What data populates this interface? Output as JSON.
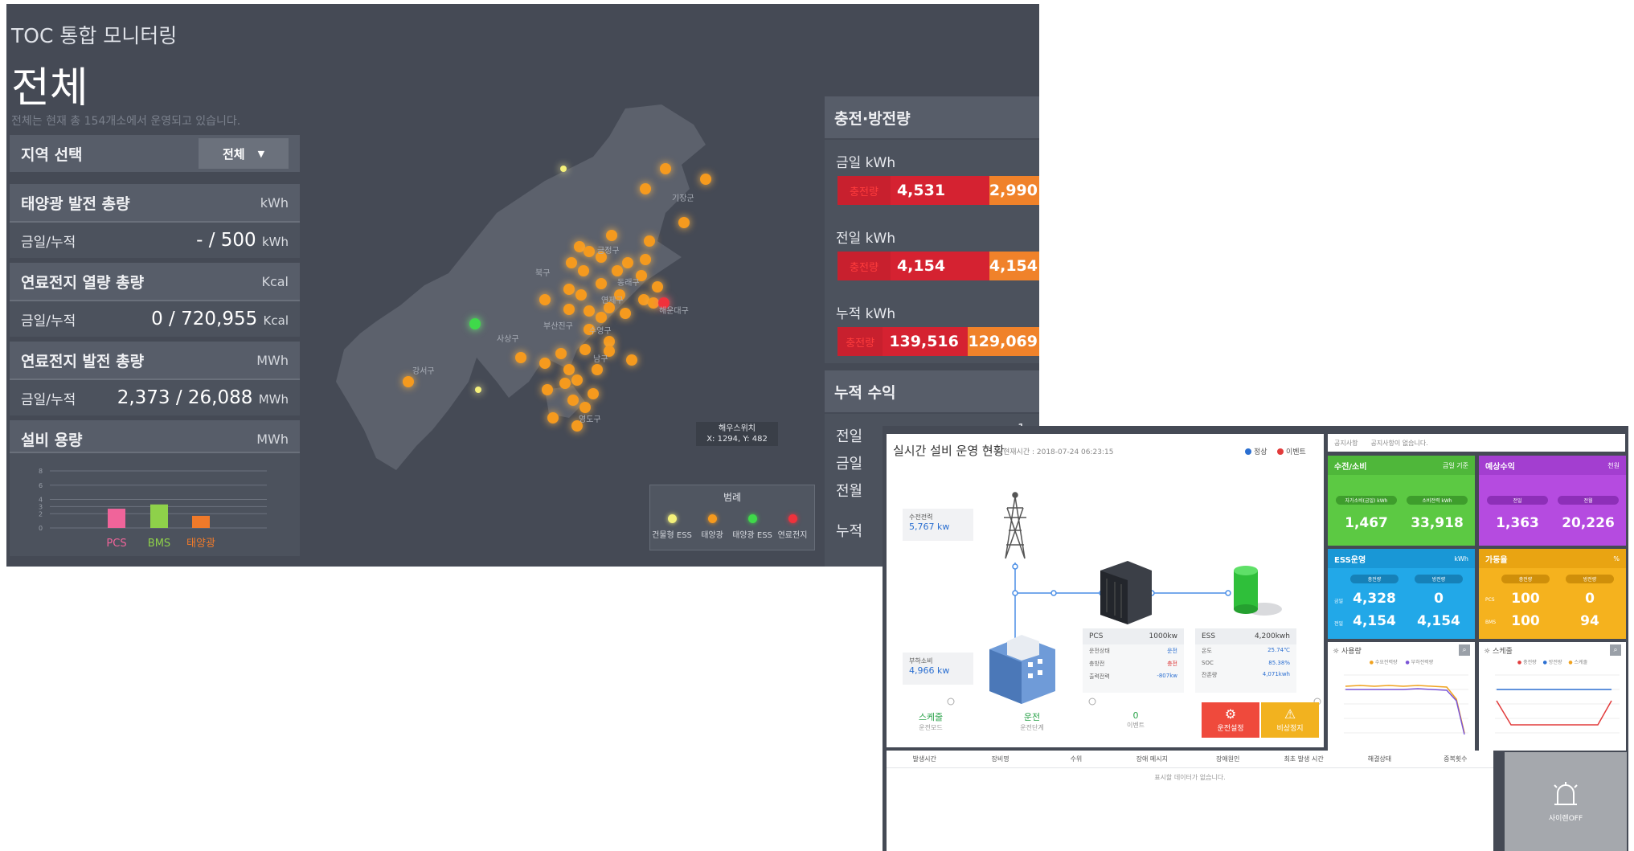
{
  "toc": {
    "app_title": "TOC 통합 모니터링",
    "page_title": "전체",
    "subtitle": "전체는 현재 총 154개소에서 운영되고 있습니다.",
    "region": {
      "label": "지역 선택",
      "value": "전체",
      "arrow": "▼"
    },
    "solar": {
      "label": "태양광 발전 총량",
      "unit": "kWh",
      "row_label": "금일/누적",
      "value": "- / 500",
      "value_unit": "kWh"
    },
    "fuel_heat": {
      "label": "연료전지 열량 총량",
      "unit": "Kcal",
      "row_label": "금일/누적",
      "value": "0 / 720,955",
      "value_unit": "Kcal"
    },
    "fuel_power": {
      "label": "연료전지 발전 총량",
      "unit": "MWh",
      "row_label": "금일/누적",
      "value": "2,373 / 26,088",
      "value_unit": "MWh"
    },
    "capacity": {
      "label": "설비 용량",
      "unit": "MWh"
    },
    "map": {
      "district_labels": [
        "기장군",
        "금정구",
        "북구",
        "동래구",
        "연제구",
        "해운대구",
        "부산진구",
        "수영구",
        "사상구",
        "강서구",
        "남구",
        "영도구"
      ],
      "tooltip_name": "해우스위치",
      "tooltip_coord": "X: 1294, Y: 482",
      "legend_title": "범례",
      "legend": [
        {
          "label": "건물형 ESS",
          "color": "#f4f07a"
        },
        {
          "label": "태양광",
          "color": "#f59a1e"
        },
        {
          "label": "태양광 ESS",
          "color": "#3fd94a"
        },
        {
          "label": "연료전지",
          "color": "#f0323c"
        }
      ]
    },
    "charge": {
      "title": "충전·방전량",
      "tag": "충전량",
      "rows": [
        {
          "label": "금일 kWh",
          "charge": "4,531",
          "discharge": "2,990"
        },
        {
          "label": "전일 kWh",
          "charge": "4,154",
          "discharge": "4,154"
        },
        {
          "label": "누적 kWh",
          "charge": "139,516",
          "discharge": "129,069"
        }
      ]
    },
    "revenue": {
      "title": "누적 수익",
      "rows": [
        "전일",
        "금일",
        "전월",
        "누적"
      ],
      "partial_value": "1"
    }
  },
  "chart_data": {
    "type": "bar",
    "categories": [
      "PCS",
      "BMS",
      "태양광"
    ],
    "values": [
      2.7,
      3.3,
      1.7
    ],
    "colors": [
      "#f0649a",
      "#8ed14a",
      "#f07a2a"
    ],
    "yticks": [
      "8",
      "6",
      "4",
      "3",
      "2",
      "0"
    ],
    "ylim": [
      0,
      8
    ],
    "grid": true
  },
  "rt": {
    "title": "실시간 설비 운영 현황",
    "time": "현재시간 : 2018-07-24 06:23:15",
    "legend_normal": "정상",
    "legend_abnormal": "이벤트",
    "receive": {
      "label": "수전전력",
      "value": "5,767 kw"
    },
    "load": {
      "label": "부하소비",
      "value": "4,966 kw"
    },
    "pcs": {
      "name": "PCS",
      "value": "1000kw",
      "lines": [
        [
          "운전상태",
          "운전"
        ],
        [
          "충방전",
          "충전"
        ],
        [
          "출력전력",
          "-807kw"
        ]
      ]
    },
    "ess": {
      "name": "ESS",
      "value": "4,200kwh",
      "lines": [
        [
          "온도",
          "25.74℃"
        ],
        [
          "SOC",
          "85.38%"
        ],
        [
          "잔존량",
          "4,071kwh"
        ]
      ]
    },
    "modes": [
      {
        "title": "스케줄",
        "sub": "운전모드"
      },
      {
        "title": "운전",
        "sub": "운전단계"
      },
      {
        "title": "0",
        "sub": "이벤트"
      }
    ],
    "btn_setting": "운전설정",
    "btn_stop": "비상정지",
    "notice_label": "공지사항",
    "notice_text": "공지사항이 없습니다.",
    "card_receive": {
      "title": "수전/소비",
      "note": "금일 기준",
      "p1": "자가소비(금일) kWh",
      "p2": "소비전력 kWh",
      "v1": "1,467",
      "v2": "33,918"
    },
    "card_profit": {
      "title": "예상수익",
      "note": "천원",
      "p1": "전일",
      "p2": "전월",
      "v1": "1,363",
      "v2": "20,226"
    },
    "card_ess": {
      "title": "ESS운영",
      "note": "kWh",
      "p1": "충전량",
      "p2": "방전량",
      "r1": "금일",
      "r2": "전일",
      "v11": "4,328",
      "v12": "0",
      "v21": "4,154",
      "v22": "4,154"
    },
    "card_rate": {
      "title": "가동율",
      "note": "%",
      "p1": "충전량",
      "p2": "방전량",
      "r1": "PCS",
      "r2": "BMS",
      "v11": "100",
      "v12": "0",
      "v21": "100",
      "v22": "94"
    },
    "usage_title": "사용량",
    "usage_legend": [
      "수요전력량",
      "부하전력량"
    ],
    "schedule_title": "스케줄",
    "schedule_legend": [
      "충전량",
      "방전량",
      "스케줄"
    ],
    "table_headers": [
      "발생시간",
      "장비명",
      "수위",
      "장애 메시지",
      "장애원인",
      "최초 발생 시간",
      "해결상태",
      "중복횟수"
    ],
    "table_empty": "표시할 데이터가 없습니다.",
    "siren_label": "사이렌OFF"
  }
}
